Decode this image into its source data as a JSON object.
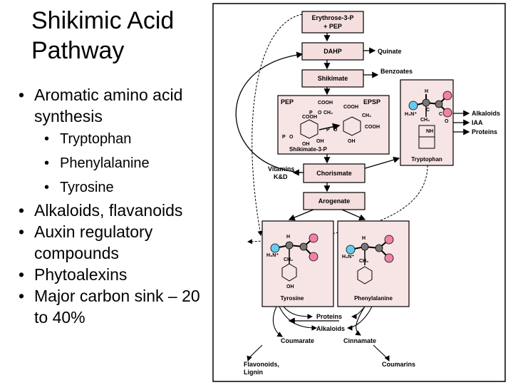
{
  "slide": {
    "title_line1": "Shikimic Acid",
    "title_line2": "Pathway",
    "bullets": [
      {
        "text": "Aromatic amino acid synthesis",
        "level": 1
      },
      {
        "text": "Tryptophan",
        "level": 2
      },
      {
        "text": "Phenylalanine",
        "level": 2
      },
      {
        "text": "Tyrosine",
        "level": 2
      },
      {
        "text": "Alkaloids, flavanoids",
        "level": 1
      },
      {
        "text": "Auxin regulatory compounds",
        "level": 1
      },
      {
        "text": "Phytoalexins",
        "level": 1
      },
      {
        "text": "Major carbon sink – 20 to 40%",
        "level": 1
      }
    ]
  },
  "diagram": {
    "boxes": {
      "erythrose": [
        "Erythrose-3-P",
        "+ PEP"
      ],
      "dahp": "DAHP",
      "shikimate": "Shikimate",
      "chorismate": "Chorismate",
      "arogenate": "Arogenate"
    },
    "side_products": {
      "quinate": "Quinate",
      "benzoates": "Benzoates",
      "vitamins": [
        "Vitamins",
        "K&D"
      ]
    },
    "epsp_panel": {
      "pep": "PEP",
      "epsp": "EPSP",
      "shikimate3p": "Shikimate-3-P",
      "cooh": "COOH",
      "oh": "OH",
      "p": "P",
      "o": "O",
      "ch2": "CH₂"
    },
    "tryptophan_panel": {
      "label": "Tryptophan",
      "h": "H",
      "c": "C",
      "o": "O",
      "h3n": "H₃N⁺",
      "ch2": "CH₂",
      "nh": "NH"
    },
    "tryptophan_products": [
      "Alkaloids",
      "IAA",
      "Proteins"
    ],
    "tyrosine_panel": {
      "label": "Tyrosine",
      "oh": "OH"
    },
    "phenylalanine_panel": {
      "label": "Phenylalanine"
    },
    "lower": {
      "proteins": "Proteins",
      "alkaloids": "Alkaloids",
      "coumarate": "Coumarate",
      "cinnamate": "Cinnamate",
      "flavonoids": [
        "Flavonoids,",
        "Lignin"
      ],
      "coumarins": "Coumarins"
    }
  },
  "colors": {
    "box_fill": "#f5dede",
    "panel_fill": "#f7e4e4",
    "nitrogen_atom": "#66ccee",
    "oxygen_atom": "#ef82a8",
    "carbon_atom": "#777777"
  },
  "icons": {
    "speaker": "speaker-icon"
  }
}
